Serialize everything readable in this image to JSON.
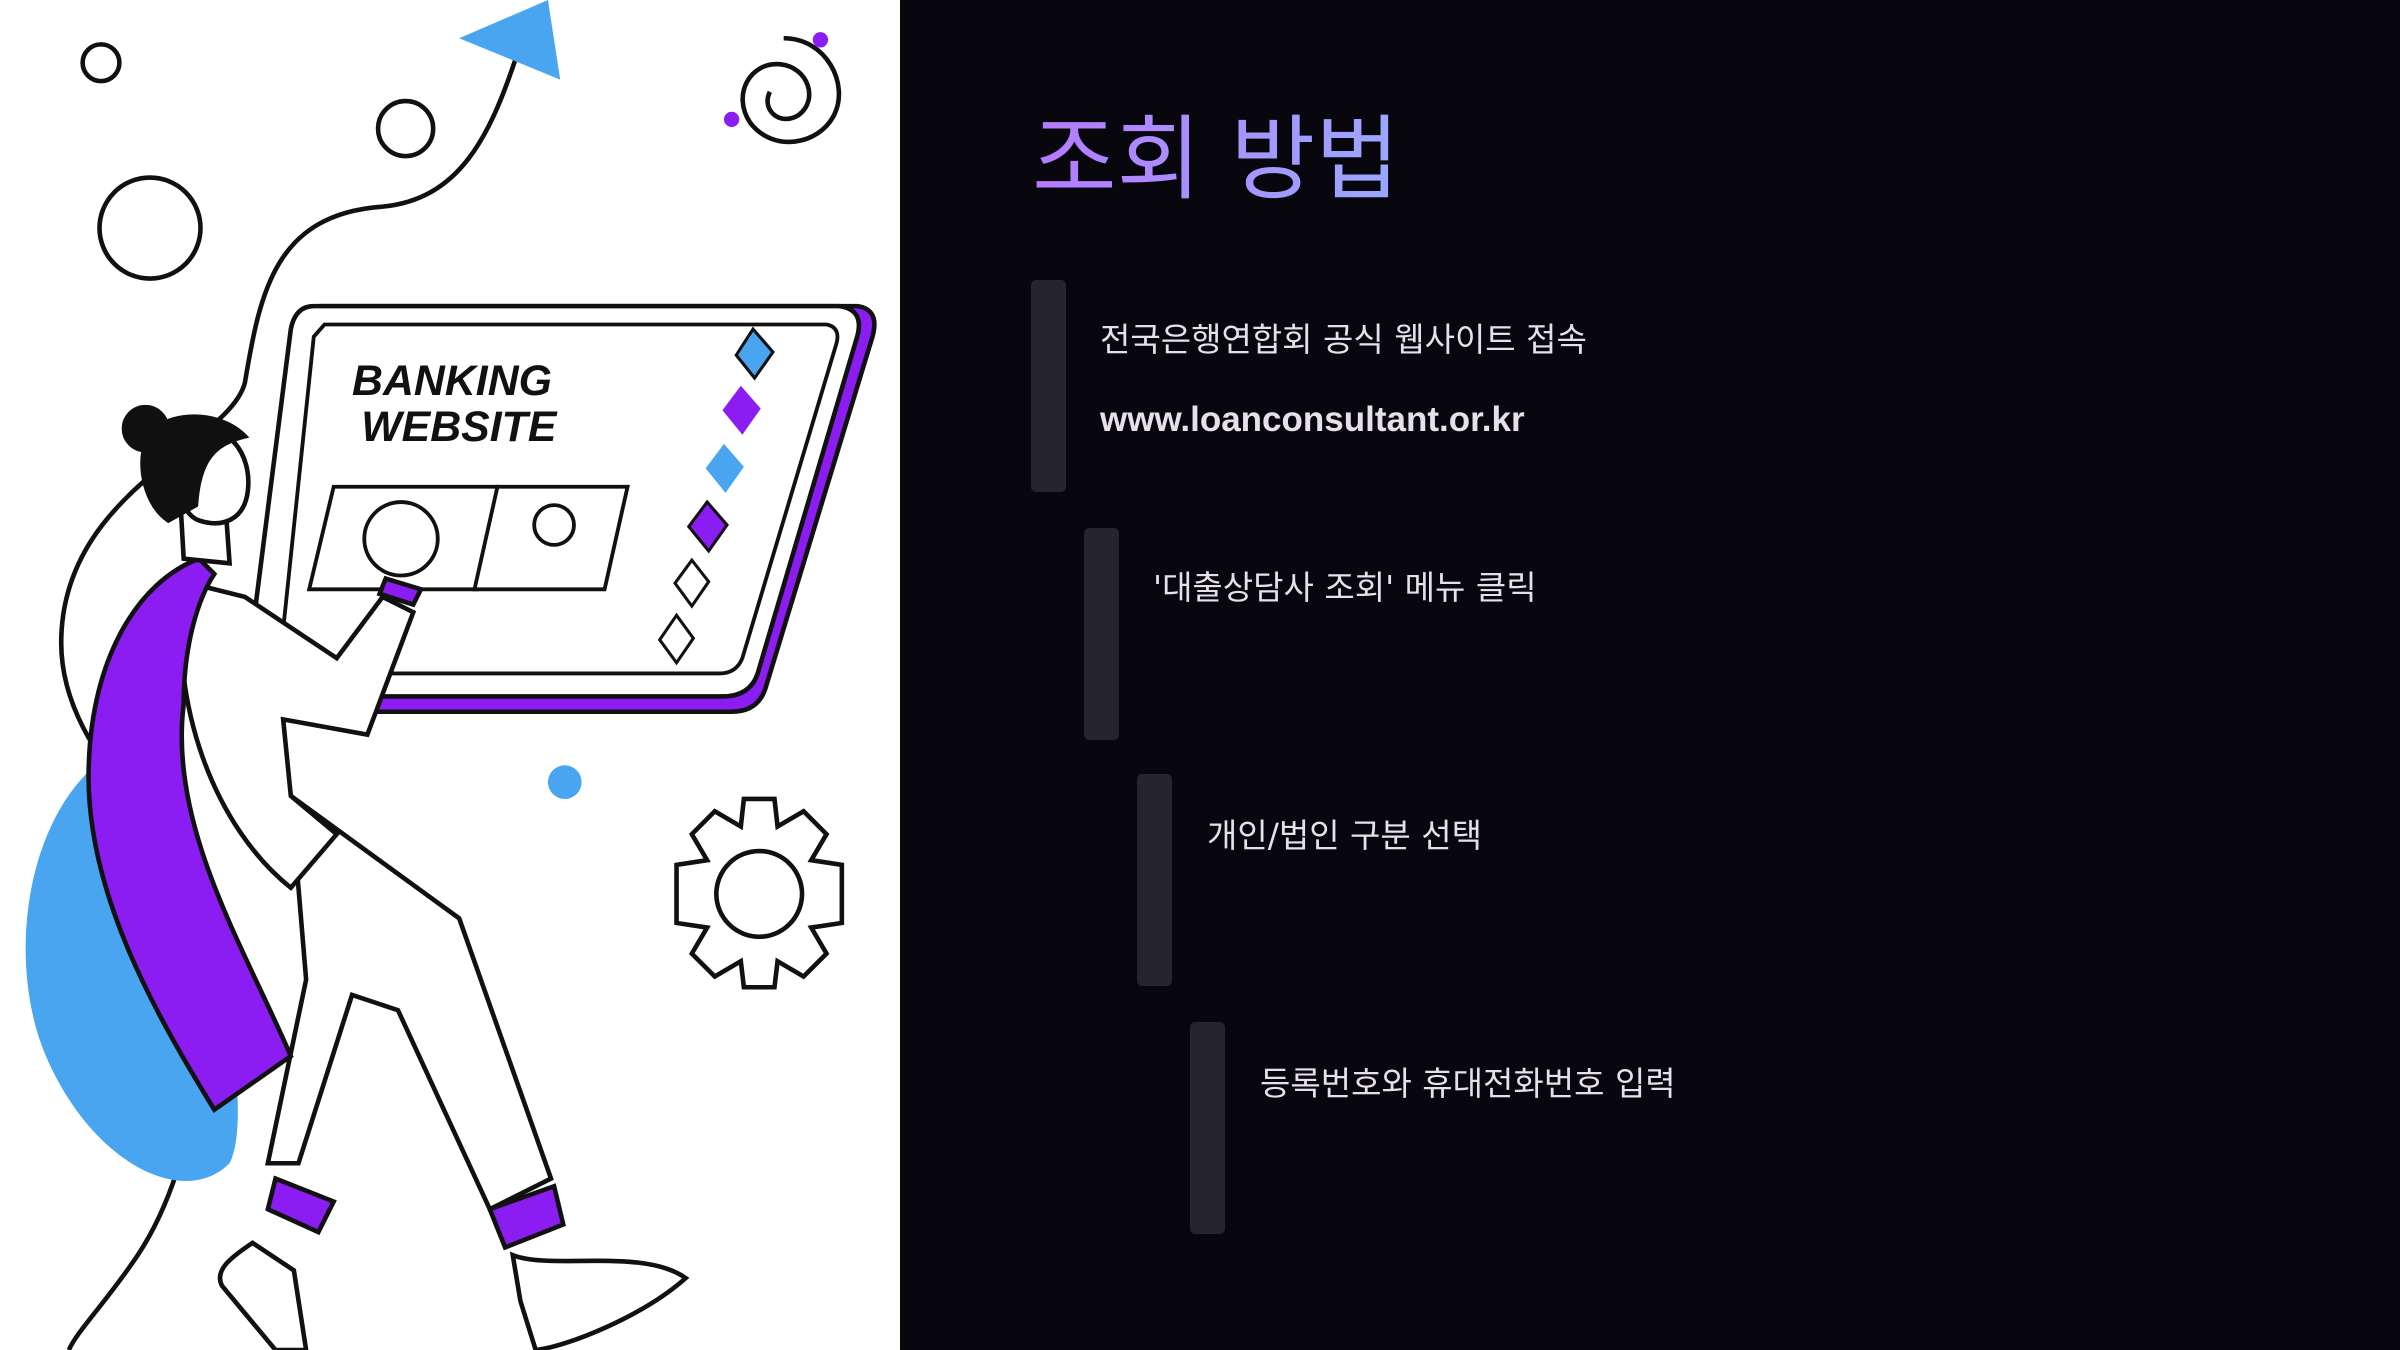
{
  "illustration": {
    "screen_text_line1": "BANKING",
    "screen_text_line2": "WEBSITE"
  },
  "title": "조회 방법",
  "steps": [
    {
      "text": "전국은행연합회 공식 웹사이트 접속",
      "detail": "www.loanconsultant.or.kr"
    },
    {
      "text": "'대출상담사 조회' 메뉴 클릭"
    },
    {
      "text": "개인/법인 구분 선택"
    },
    {
      "text": "등록번호와 휴대전화번호 입력"
    }
  ],
  "colors": {
    "accent_purple": "#8b1cf2",
    "accent_blue": "#4aa5f0",
    "background": "#08070d",
    "bar": "#26252b"
  }
}
